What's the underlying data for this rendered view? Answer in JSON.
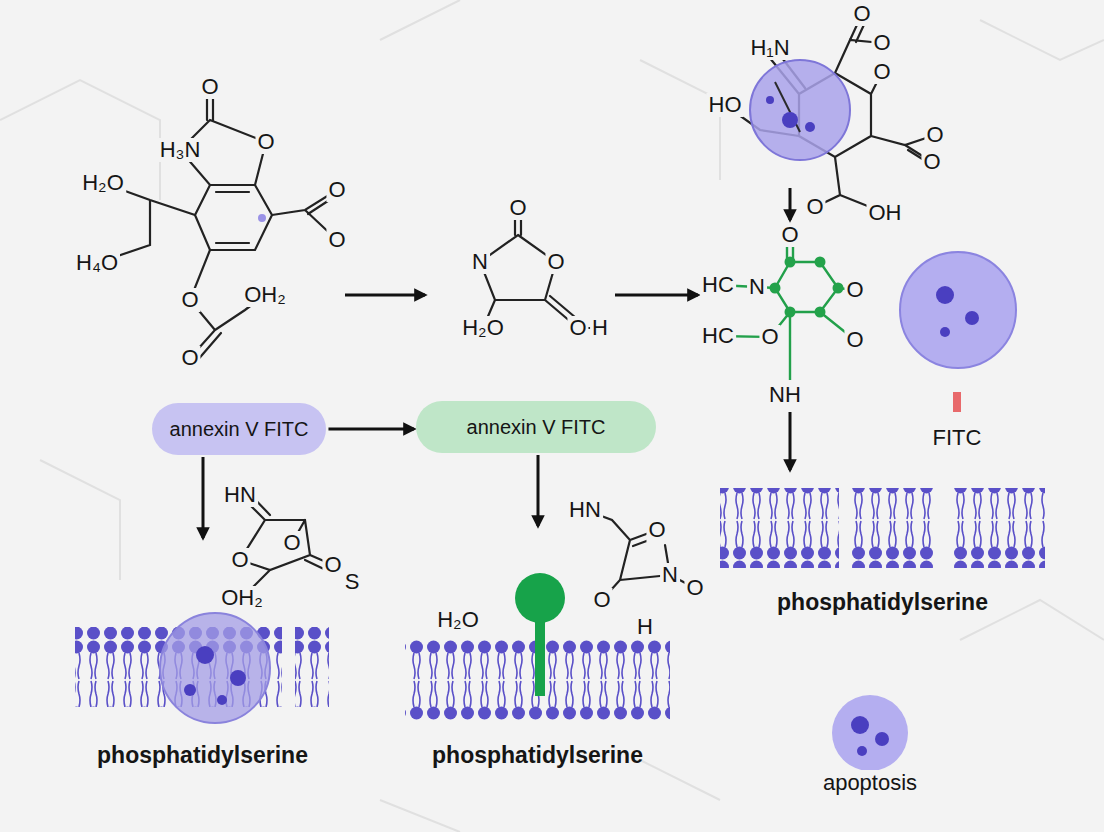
{
  "diagram": {
    "nodes": [
      {
        "text": [
          "annexin V FITC"
        ]
      },
      {
        "text": [
          "annexin V FITC"
        ]
      },
      {
        "text": [
          "phosphatidylserine"
        ]
      },
      {
        "text": [
          "phosphatidylserine"
        ]
      },
      {
        "text": [
          "phosphatidylserine"
        ]
      },
      {
        "text": [
          "apoptosis"
        ]
      }
    ],
    "edges": [
      {
        "from": 0,
        "to": 1,
        "arrow": "to"
      },
      {
        "from": 0,
        "to": 2,
        "arrow": "to"
      },
      {
        "from": 1,
        "to": 3,
        "arrow": "to"
      }
    ],
    "labels": [
      "O",
      "H₃N",
      "O",
      "H₂O",
      "O",
      "H₄O",
      "O",
      "O",
      "OH₂",
      "O",
      "O",
      "N",
      "O",
      "H₂O",
      "O",
      "H",
      "H₁N",
      "O",
      "O",
      "O",
      "HO",
      "O",
      "O",
      "O",
      "OH",
      "O",
      "HC",
      "N",
      "O",
      "HC",
      "O",
      "O",
      "NH",
      "FITC",
      "HN",
      "O",
      "O",
      "O",
      "S",
      "OH₂",
      "HN",
      "O",
      "N",
      "O",
      "O",
      "H₂O",
      "H"
    ]
  }
}
